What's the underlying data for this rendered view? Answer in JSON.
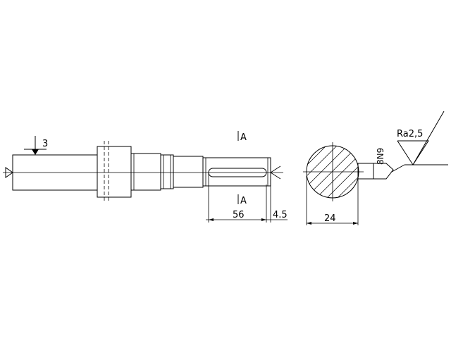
{
  "labels": {
    "tolerance_left": "3",
    "section_mark_top": "A",
    "section_mark_bottom": "A",
    "keyway_length": "56",
    "keyway_offset": "4.5",
    "keyway_width": "8N9",
    "roughness": "Ra2,5",
    "section_diameter": "24"
  }
}
